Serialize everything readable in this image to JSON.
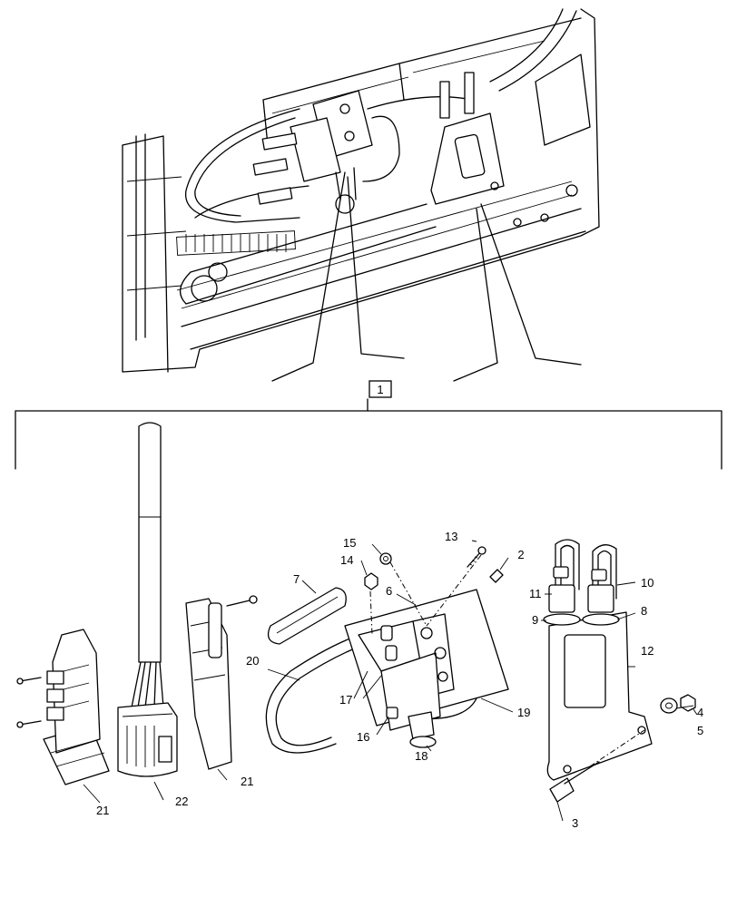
{
  "diagram": {
    "group_label": "1",
    "callouts": [
      {
        "id": "c2",
        "text": "2"
      },
      {
        "id": "c3",
        "text": "3"
      },
      {
        "id": "c4",
        "text": "4"
      },
      {
        "id": "c5",
        "text": "5"
      },
      {
        "id": "c6",
        "text": "6"
      },
      {
        "id": "c7",
        "text": "7"
      },
      {
        "id": "c8",
        "text": "8"
      },
      {
        "id": "c9",
        "text": "9"
      },
      {
        "id": "c10",
        "text": "10"
      },
      {
        "id": "c11",
        "text": "11"
      },
      {
        "id": "c12",
        "text": "12"
      },
      {
        "id": "c13",
        "text": "13"
      },
      {
        "id": "c14",
        "text": "14"
      },
      {
        "id": "c15",
        "text": "15"
      },
      {
        "id": "c16",
        "text": "16"
      },
      {
        "id": "c17",
        "text": "17"
      },
      {
        "id": "c18",
        "text": "18"
      },
      {
        "id": "c19",
        "text": "19"
      },
      {
        "id": "c20",
        "text": "20"
      },
      {
        "id": "c21a",
        "text": "21"
      },
      {
        "id": "c21b",
        "text": "21"
      },
      {
        "id": "c22",
        "text": "22"
      }
    ]
  }
}
